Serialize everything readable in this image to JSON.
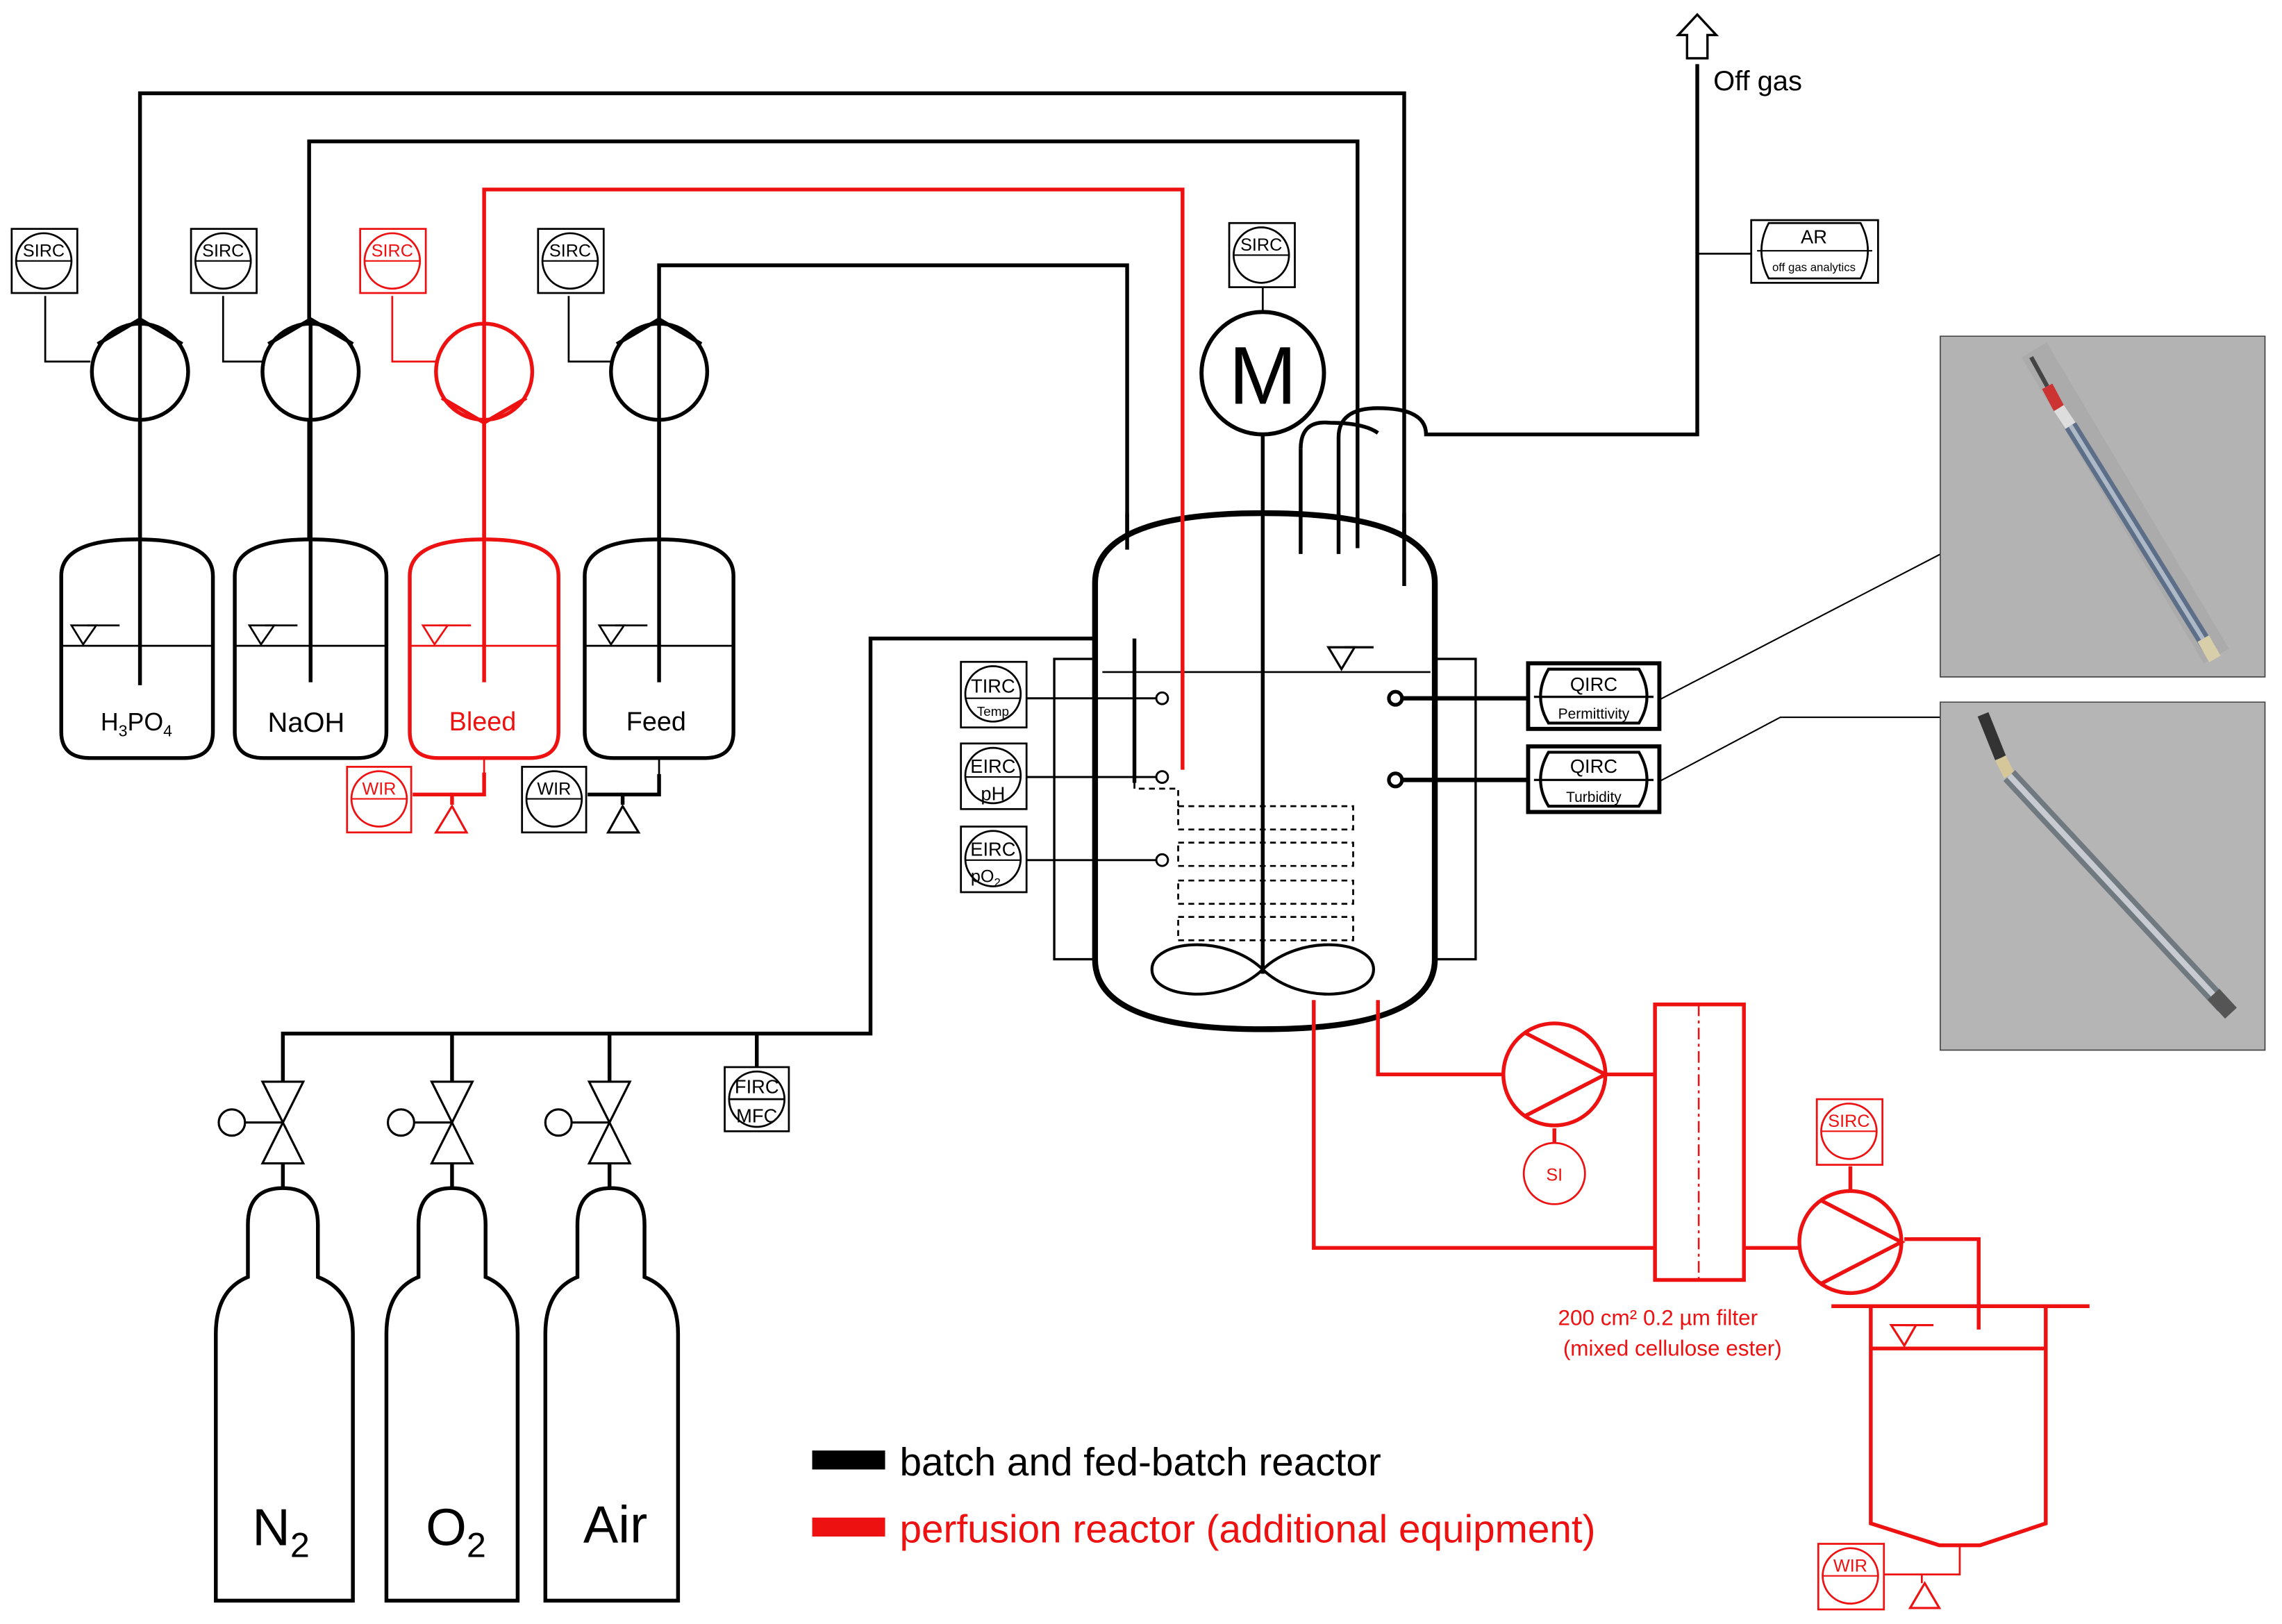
{
  "colors": {
    "batch": "#000000",
    "perfusion": "#ee1111",
    "photo_bg": "#b8b8b8"
  },
  "labels": {
    "off_gas": "Off gas",
    "ar_top": "AR",
    "ar_bottom": "off gas analytics",
    "motor": "M",
    "sirc": "SIRC",
    "wir": "WIR",
    "si": "SI",
    "tirc_top": "TIRC",
    "tirc_bottom": "Temp",
    "eirc_ph_top": "EIRC",
    "eirc_ph_bottom": "pH",
    "eirc_po2_top": "EIRC",
    "eirc_po2_bottom": "pO",
    "eirc_po2_sub": "2",
    "qirc_perm_top": "QIRC",
    "qirc_perm_bottom": "Permittivity",
    "qirc_turb_top": "QIRC",
    "qirc_turb_bottom": "Turbidity",
    "firc_top": "FIRC",
    "firc_bottom": "MFC",
    "filter_line1": "200 cm² 0.2 µm filter",
    "filter_line2": "(mixed cellulose ester)"
  },
  "tanks": {
    "h3po4": "H",
    "h3po4_sub1": "3",
    "h3po4_mid": "PO",
    "h3po4_sub2": "4",
    "naoh": "NaOH",
    "bleed": "Bleed",
    "feed": "Feed"
  },
  "cylinders": {
    "n2": "N",
    "n2_sub": "2",
    "o2": "O",
    "o2_sub": "2",
    "air": "Air"
  },
  "legend": {
    "batch": "batch and fed-batch reactor",
    "perfusion": "perfusion reactor (additional equipment)"
  },
  "icons": {
    "off_gas_arrow": "up-arrow-icon",
    "pump": "pump-icon",
    "valve": "valve-icon",
    "scale": "triangle-scale-icon",
    "liquid_level": "liquid-level-icon",
    "stirrer": "stirrer-icon"
  }
}
